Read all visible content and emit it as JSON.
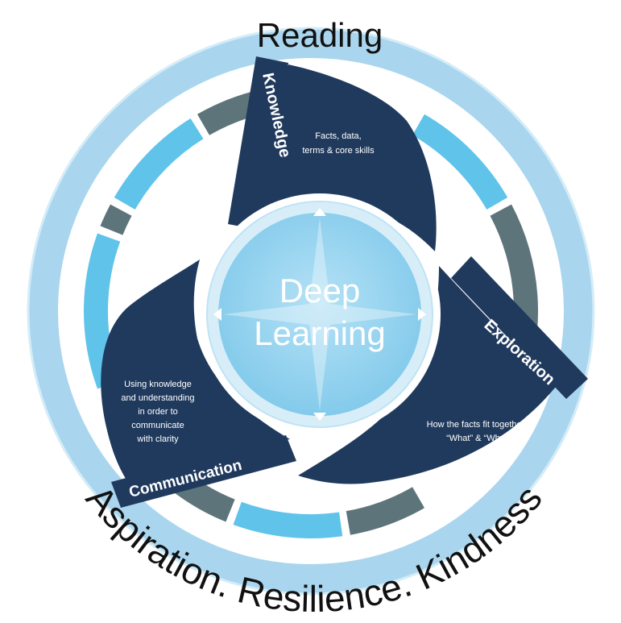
{
  "outer_ring": {
    "top_label": "Reading",
    "bottom_label": "Aspiration. Resilience. Kindness"
  },
  "center": {
    "line1": "Deep",
    "line2": "Learning"
  },
  "blades": {
    "knowledge": {
      "label": "Knowledge",
      "desc_line1": "Facts, data,",
      "desc_line2": "terms & core skills"
    },
    "exploration": {
      "label": "Exploration",
      "desc_line1": "How the facts fit together;",
      "desc_line2": "“What” & “Why”"
    },
    "communication": {
      "label": "Communication",
      "desc_line1": "Using knowledge",
      "desc_line2": "and understanding",
      "desc_line3": "in order to",
      "desc_line4": "communicate",
      "desc_line5": "with clarity"
    }
  },
  "colors": {
    "outer_ring": "#a9d6ee",
    "segment_light": "#5fc3ea",
    "segment_dark": "#5d747b",
    "blade": "#203a5e",
    "center": "#8fd0ee",
    "center_rim": "#d7eef9"
  }
}
